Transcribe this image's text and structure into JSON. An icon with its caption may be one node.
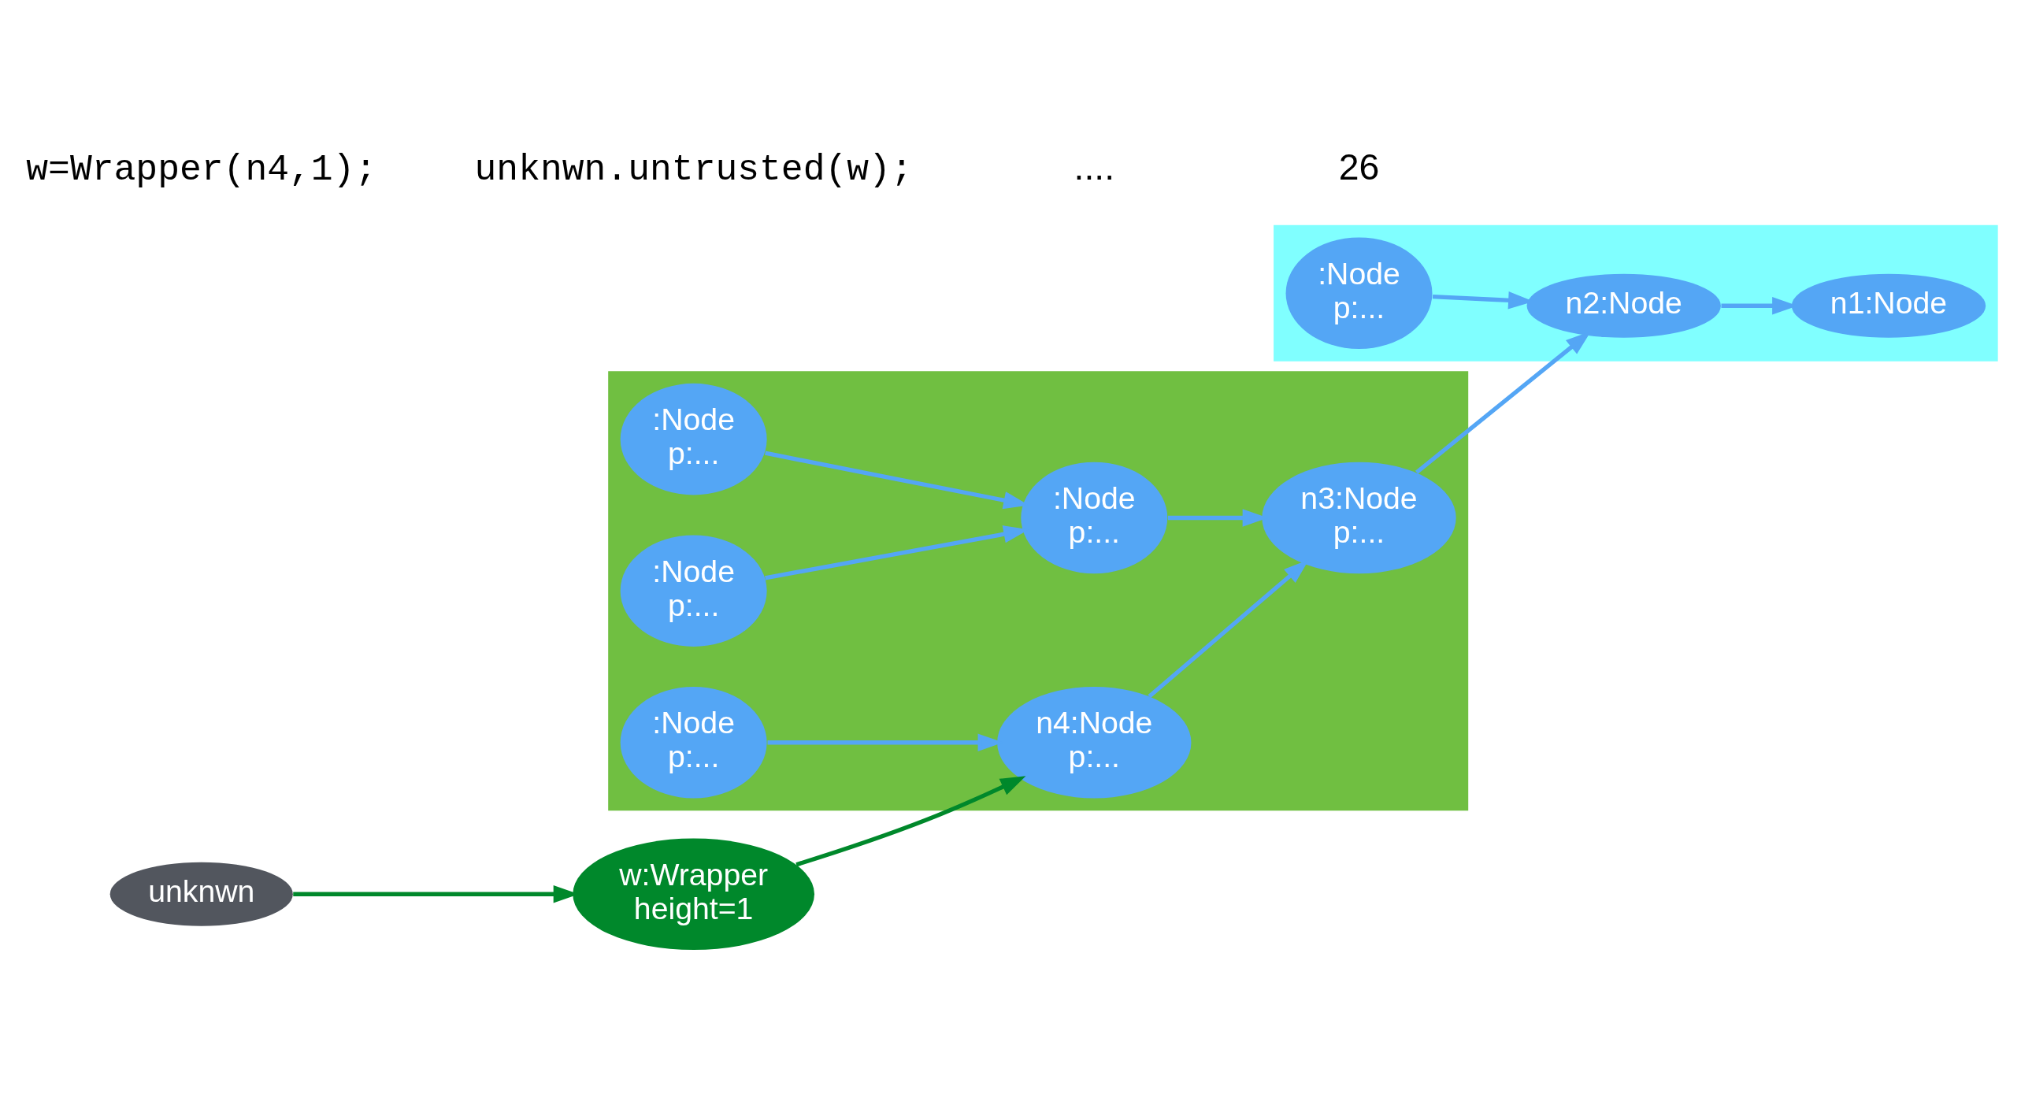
{
  "diagram": {
    "nodes": [
      {
        "text": [],
        "shape": "triangle"
      },
      {
        "text": [
          "n1:Node"
        ],
        "in": 0
      },
      {
        "text": [
          "n2:Node"
        ],
        "in": 0
      },
      {
        "text": [
          ":Node",
          "p:..."
        ],
        "in": 0
      },
      {
        "text": [],
        "shape": "triangle"
      },
      {
        "text": [
          "n3:Node",
          "p:..."
        ],
        "in": 4
      },
      {
        "text": [
          "n4:Node",
          "p:..."
        ],
        "in": 4
      },
      {
        "text": [
          ":Node",
          "p:..."
        ],
        "in": 4
      },
      {
        "text": [
          "unknwn"
        ]
      },
      {
        "text": [
          "w:Wrapper",
          "height=1"
        ]
      },
      {
        "text": [
          ":Node",
          "p:..."
        ],
        "in": 4
      },
      {
        "text": [
          ":Node",
          "p:..."
        ],
        "in": 4
      },
      {
        "text": [
          ":Node",
          "p:..."
        ],
        "in": 4
      }
    ],
    "edges": [
      {
        "from": 8,
        "to": 9,
        "arrow": "to",
        "color": "#00882b"
      },
      {
        "from": 9,
        "to": 6,
        "arrow": "to",
        "color": "#00882b"
      },
      {
        "from": 10,
        "to": 6,
        "arrow": "to"
      },
      {
        "from": 6,
        "to": 5,
        "arrow": "to"
      },
      {
        "from": 11,
        "to": 7,
        "arrow": "to"
      },
      {
        "from": 12,
        "to": 7,
        "arrow": "to"
      },
      {
        "from": 7,
        "to": 5,
        "arrow": "to"
      },
      {
        "from": 5,
        "to": 2,
        "arrow": "to"
      },
      {
        "from": 3,
        "to": 2,
        "arrow": "to"
      },
      {
        "from": 2,
        "to": 1,
        "arrow": "to"
      }
    ],
    "labels": [
      "w=Wrapper(n4,1);",
      "unknwn.untrusted(w);",
      "....",
      "26"
    ]
  }
}
